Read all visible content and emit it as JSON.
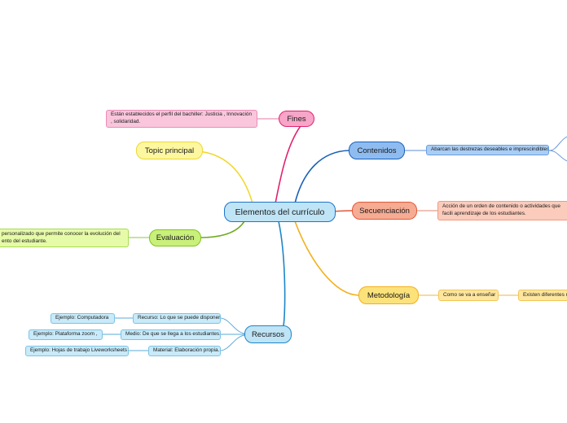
{
  "central": "Elementos del currículo",
  "branches": {
    "fines": {
      "label": "Fines",
      "detail": "Están establecidos el perfil del bachiller: Justicia , Innovación , solidaridad."
    },
    "topic": {
      "label": "Topic principal"
    },
    "evaluacion": {
      "label": "Evaluación",
      "detail_line1": "personalizado que permite conocer la evolución del",
      "detail_line2": "ento del estudiante."
    },
    "contenidos": {
      "label": "Contenidos",
      "detail": "Abarcan las destrezas deseables e imprescindibles"
    },
    "secuenciacion": {
      "label": "Secuenciación",
      "detail": "Acción de un orden de contenido o actividades que facili aprendizaje de los estudiantes."
    },
    "metodologia": {
      "label": "Metodología",
      "detail": "Como se va a enseñar",
      "detail2": "Existen diferentes m"
    },
    "recursos": {
      "label": "Recursos",
      "items": [
        {
          "label": "Recurso: Lo que se puede disponer.",
          "example": "Ejemplo: Computadora"
        },
        {
          "label": "Medio: De que se llega a los estudiantes.",
          "example": "Ejemplo: Plataforma zoom ,"
        },
        {
          "label": "Material: Elaboración propia.",
          "example": "Ejemplo: Hojas de trabajo Liveworksheets"
        }
      ]
    }
  },
  "colors": {
    "central": "#bfe4f6",
    "fines": "#f7a5c8",
    "topic": "#fdf7a0",
    "evaluacion": "#c9f07a",
    "contenidos": "#8fbcf0",
    "secuenciacion": "#f6ab93",
    "metodologia": "#fce27a",
    "recursos": "#bfe4f6"
  }
}
